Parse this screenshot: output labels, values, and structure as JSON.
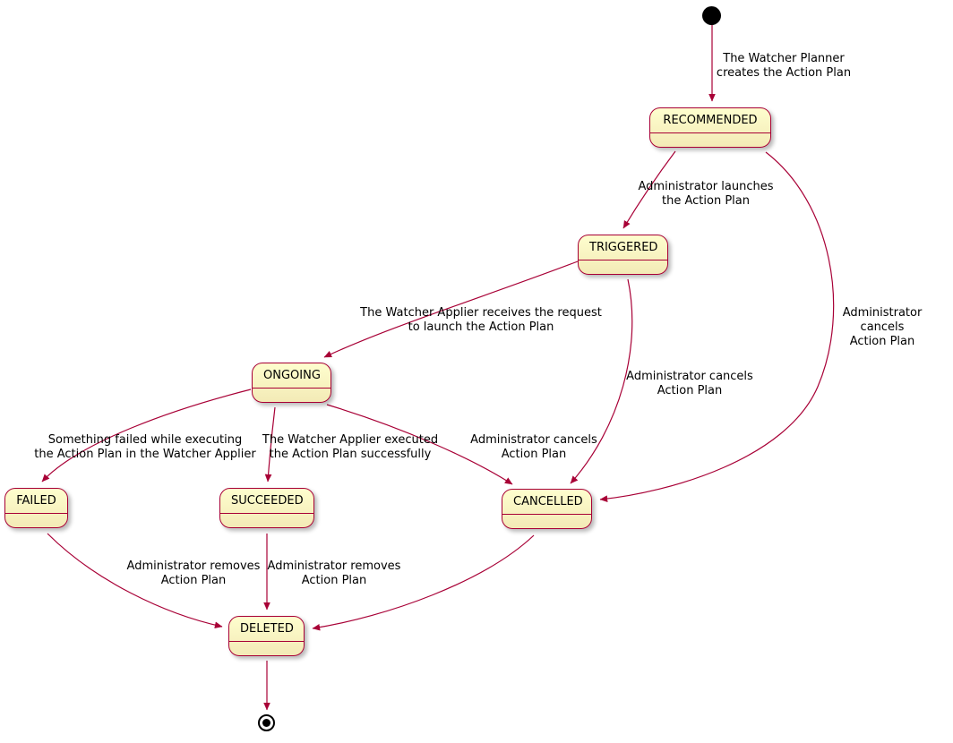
{
  "diagram": {
    "type": "plantuml-state-diagram",
    "subject": "Action Plan lifecycle",
    "colors": {
      "state_fill": "#fefece",
      "state_border": "#a80036",
      "arrow": "#a80036",
      "text": "#000000",
      "background": "#ffffff"
    },
    "states": {
      "recommended": "RECOMMENDED",
      "triggered": "TRIGGERED",
      "ongoing": "ONGOING",
      "failed": "FAILED",
      "succeeded": "SUCCEEDED",
      "cancelled": "CANCELLED",
      "deleted": "DELETED"
    },
    "transitions": [
      {
        "from": "initial",
        "to": "RECOMMENDED",
        "label": "The Watcher Planner\ncreates the Action Plan"
      },
      {
        "from": "RECOMMENDED",
        "to": "TRIGGERED",
        "label": "Administrator launches\nthe Action Plan"
      },
      {
        "from": "TRIGGERED",
        "to": "ONGOING",
        "label": "The Watcher Applier receives the request\nto launch the Action Plan"
      },
      {
        "from": "ONGOING",
        "to": "FAILED",
        "label": "Something failed while executing\nthe Action Plan in the Watcher Applier"
      },
      {
        "from": "ONGOING",
        "to": "SUCCEEDED",
        "label": "The Watcher Applier executed\nthe Action Plan successfully"
      },
      {
        "from": "ONGOING",
        "to": "CANCELLED",
        "label": "Administrator cancels\nAction Plan"
      },
      {
        "from": "TRIGGERED",
        "to": "CANCELLED",
        "label": "Administrator cancels\nAction Plan"
      },
      {
        "from": "RECOMMENDED",
        "to": "CANCELLED",
        "label": "Administrator cancels\nAction Plan"
      },
      {
        "from": "FAILED",
        "to": "DELETED",
        "label": "Administrator removes\nAction Plan"
      },
      {
        "from": "SUCCEEDED",
        "to": "DELETED",
        "label": "Administrator removes\nAction Plan"
      },
      {
        "from": "CANCELLED",
        "to": "DELETED",
        "label": ""
      },
      {
        "from": "DELETED",
        "to": "final",
        "label": ""
      }
    ]
  }
}
